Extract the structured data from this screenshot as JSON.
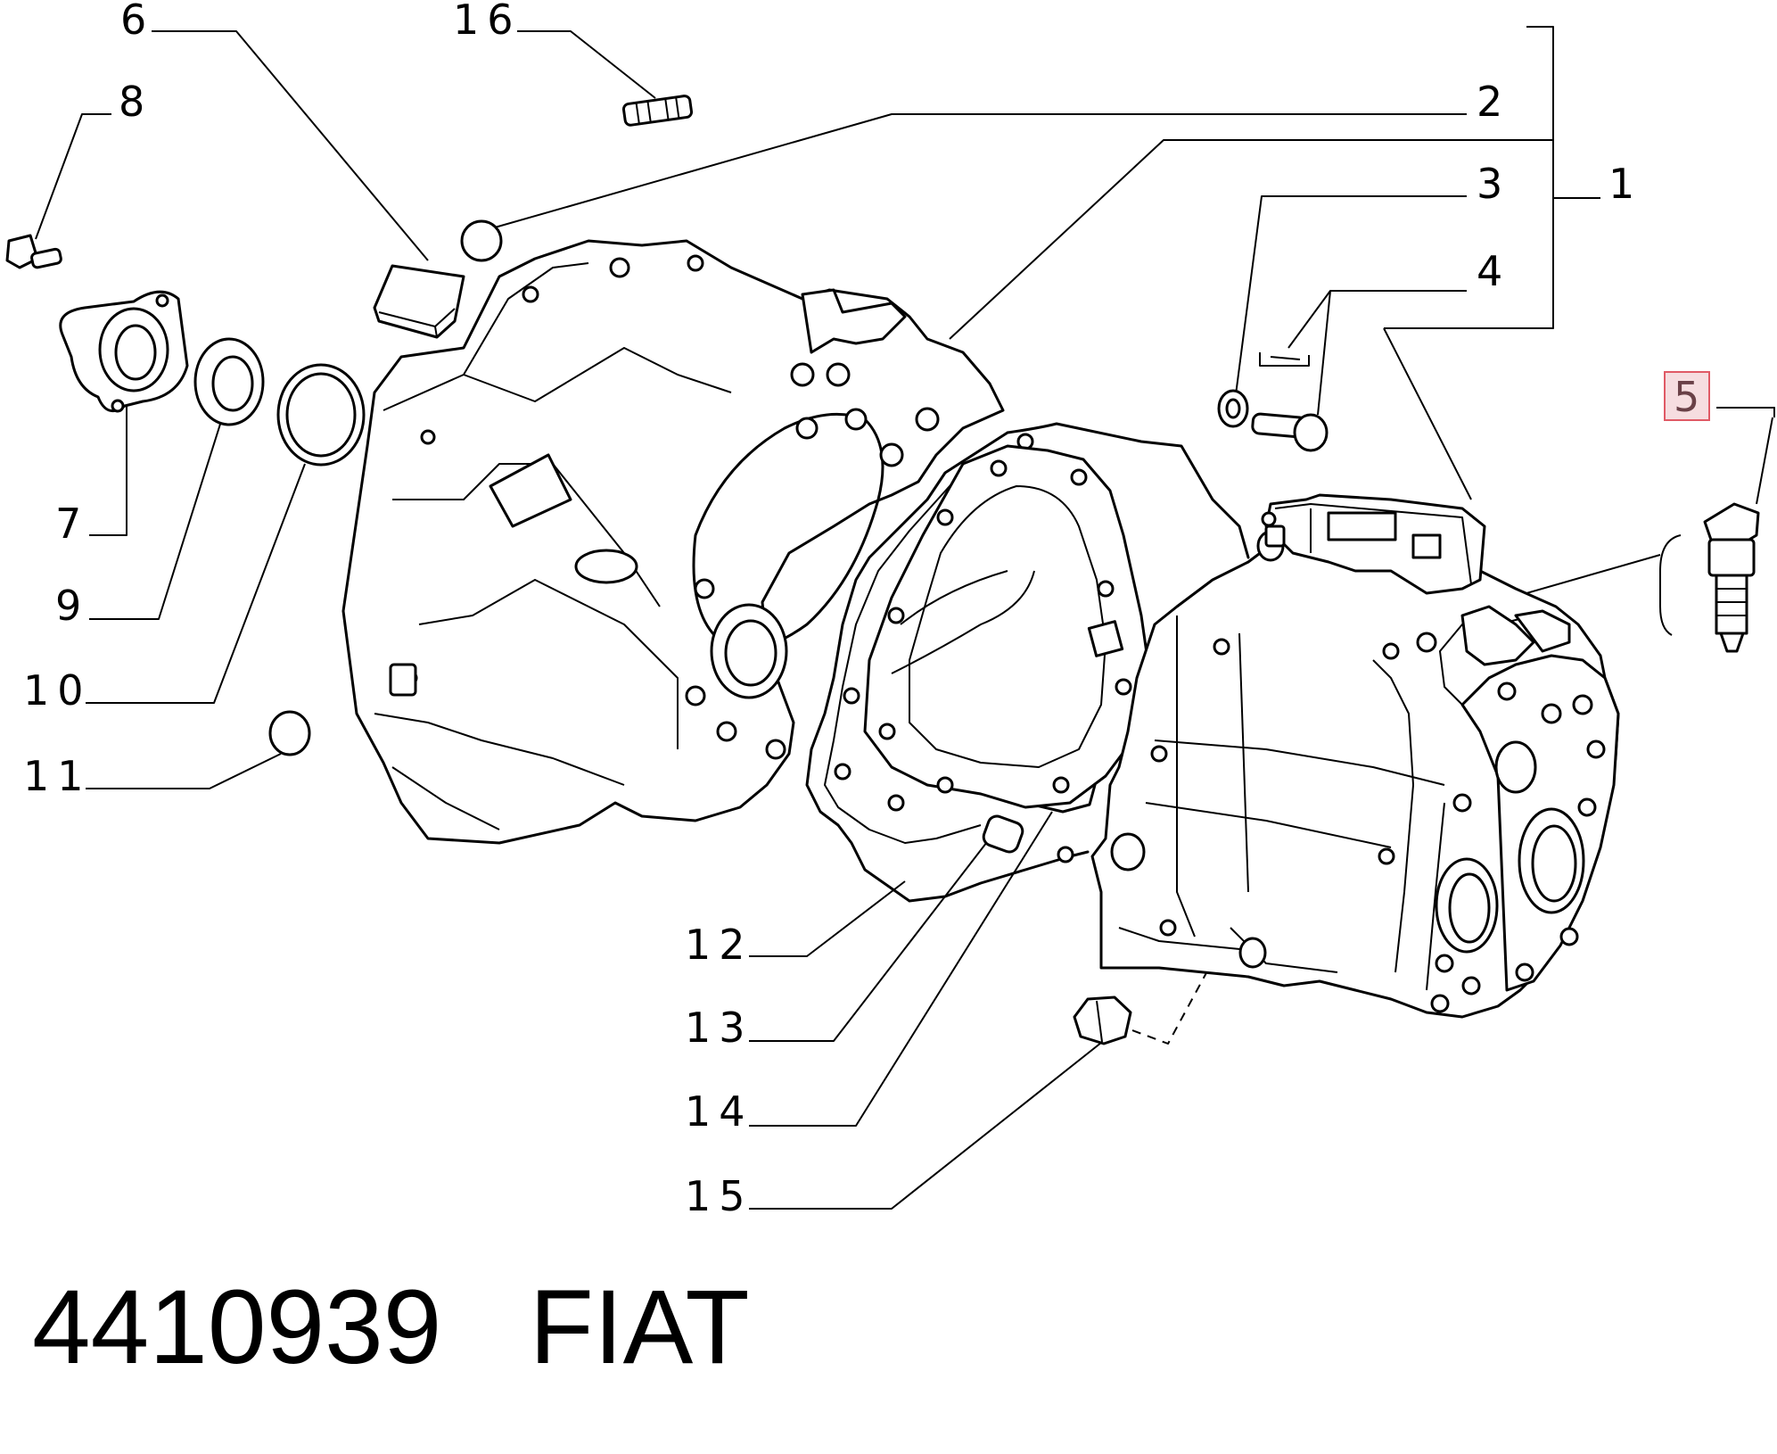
{
  "callouts": {
    "c1": "1",
    "c2": "2",
    "c3": "3",
    "c4": "4",
    "c5": "5",
    "c6": "6",
    "c7": "7",
    "c8": "8",
    "c9": "9",
    "c10": "10",
    "c11": "11",
    "c12": "12",
    "c13": "13",
    "c14": "14",
    "c15": "15",
    "c16": "16"
  },
  "highlighted_callout": "5",
  "highlight_color": "#e05a66",
  "footer": {
    "part_number": "4410939",
    "brand": "FIAT"
  }
}
